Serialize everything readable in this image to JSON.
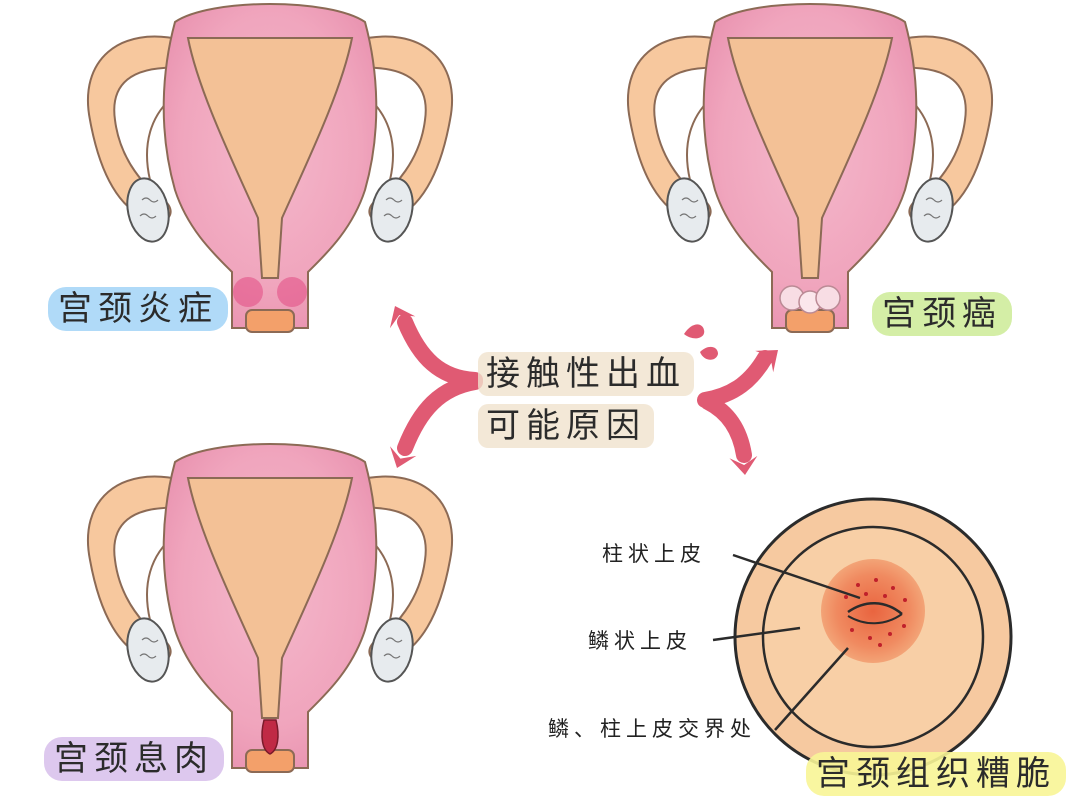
{
  "labels": {
    "cervicitis": "宫颈炎症",
    "cervical_cancer": "宫颈癌",
    "cervical_polyp": "宫颈息肉",
    "fragile_tissue": "宫颈组织糟脆"
  },
  "center_text": {
    "line1": "接触性出血",
    "line2": "可能原因"
  },
  "cervix_annotations": {
    "columnar": "柱状上皮",
    "squamous": "鳞状上皮",
    "junction": "鳞、柱上皮交界处"
  },
  "colors": {
    "uterus_pink": "#f2aec4",
    "cavity_orange": "#f3c196",
    "tube_peach": "#f7c89e",
    "arrow_red": "#e05a73",
    "cervix_outer": "#f6c9a0",
    "cervix_center": "#f08a60"
  }
}
